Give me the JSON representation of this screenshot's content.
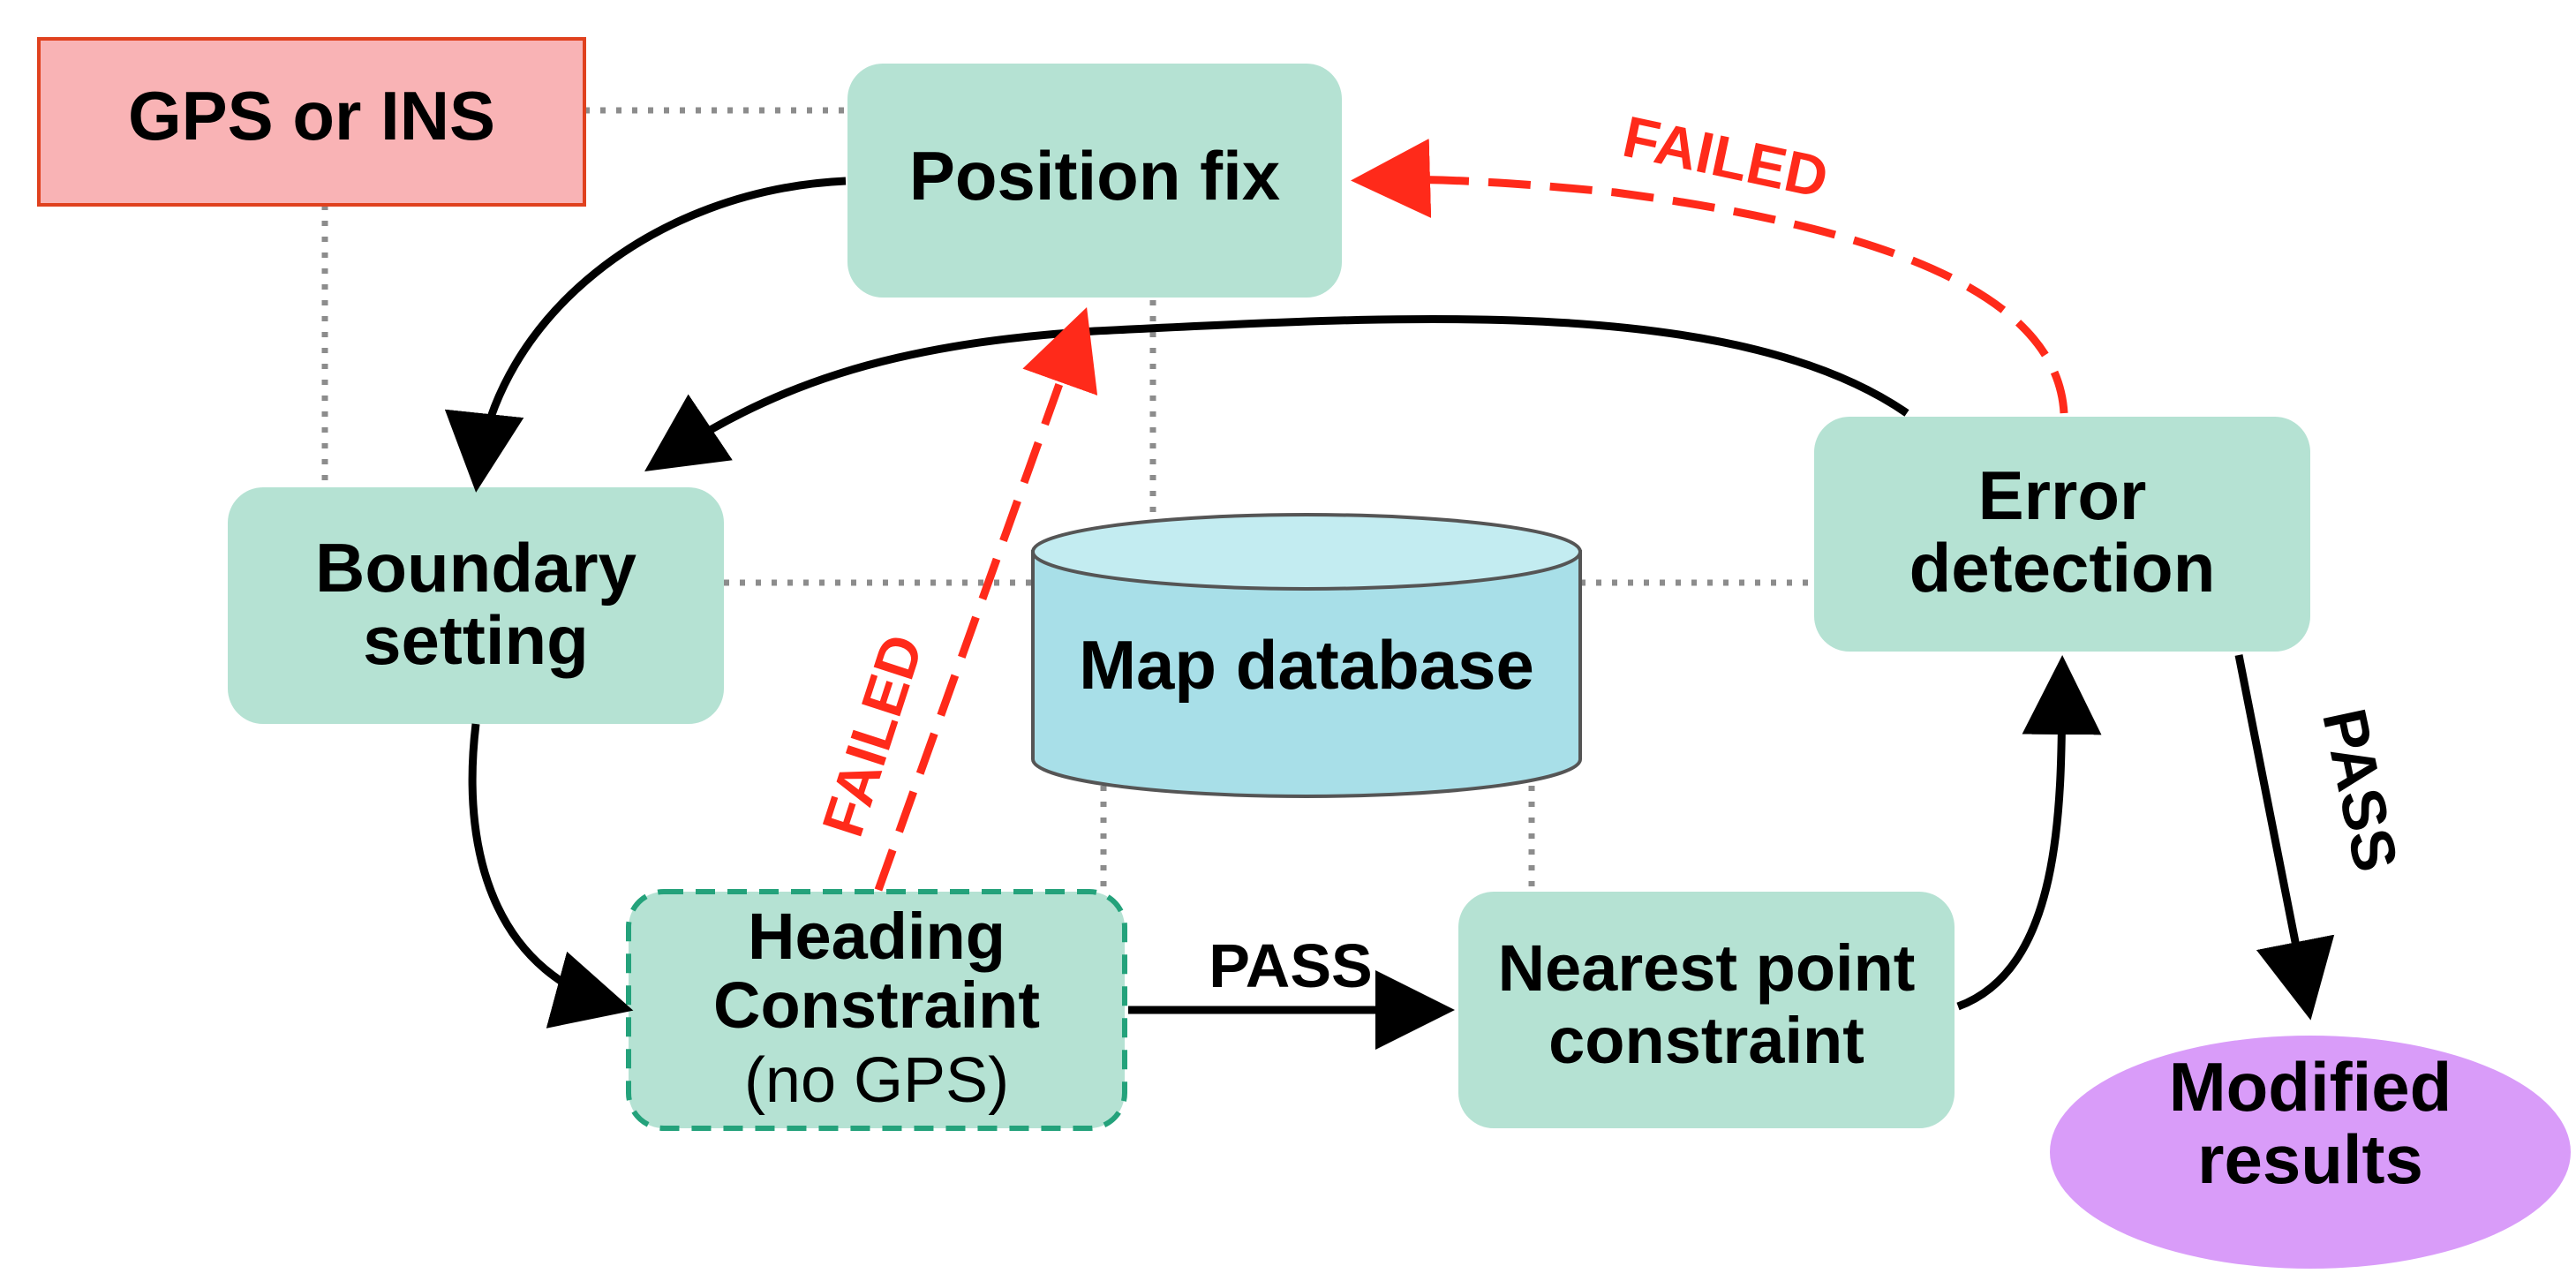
{
  "nodes": {
    "gps": {
      "label": "GPS or INS"
    },
    "position_fix": {
      "label": "Position fix"
    },
    "boundary": {
      "line1": "Boundary",
      "line2": "setting"
    },
    "map_db": {
      "label": "Map database"
    },
    "error_detection": {
      "line1": "Error",
      "line2": "detection"
    },
    "heading": {
      "line1": "Heading",
      "line2": "Constraint",
      "line3": "(no GPS)"
    },
    "nearest": {
      "line1": "Nearest point",
      "line2": "constraint"
    },
    "modified": {
      "line1": "Modified",
      "line2": "results"
    }
  },
  "edge_labels": {
    "failed_top": "FAILED",
    "failed_heading": "FAILED",
    "pass_heading": "PASS",
    "pass_error": "PASS"
  },
  "colors": {
    "gps_fill": "#f9b3b5",
    "gps_stroke": "#e0411e",
    "node_fill": "#b5e2d3",
    "heading_stroke": "#24a27b",
    "db_fill": "#a8dfe8",
    "db_top": "#c3ecf1",
    "db_stroke": "#555555",
    "modified_fill": "#d99cf9",
    "failed_color": "#ff2a1a",
    "arrow_color": "#000000",
    "dotted_color": "#8c8c8c"
  }
}
